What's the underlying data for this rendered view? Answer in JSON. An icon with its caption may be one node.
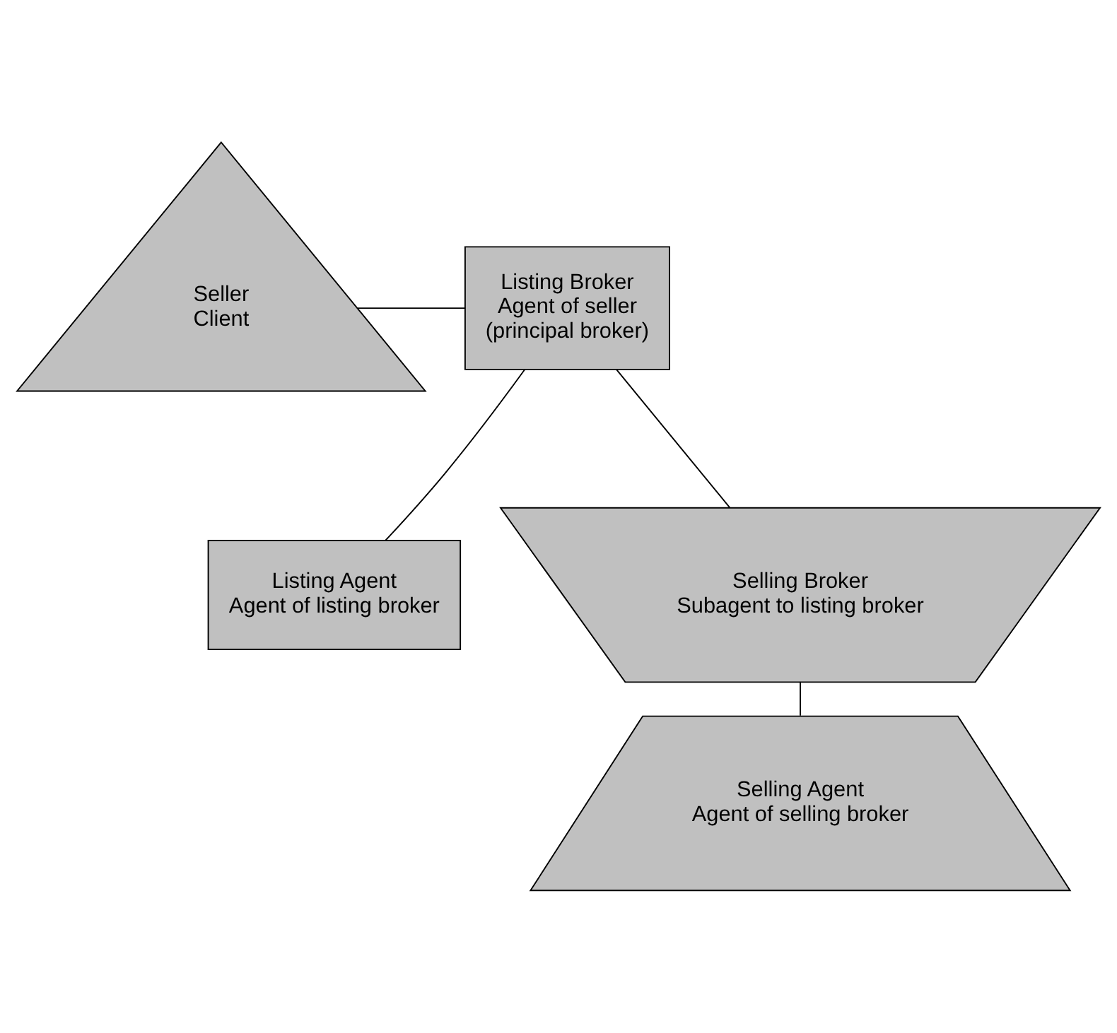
{
  "diagram": {
    "nodes": [
      {
        "text": [
          "Seller",
          "Client"
        ]
      },
      {
        "text": [
          "Listing Broker",
          "Agent of seller",
          "(principal broker)"
        ]
      },
      {
        "text": [
          "Listing Agent",
          "Agent of listing broker"
        ]
      },
      {
        "text": [
          "Selling Broker",
          "Subagent to listing broker"
        ]
      },
      {
        "text": [
          "Selling Agent",
          "Agent of selling broker"
        ]
      }
    ],
    "edges": [
      {
        "from": 0,
        "to": 1,
        "arrow": "none"
      },
      {
        "from": 1,
        "to": 2,
        "arrow": "none"
      },
      {
        "from": 1,
        "to": 3,
        "arrow": "none"
      },
      {
        "from": 3,
        "to": 4,
        "arrow": "none"
      }
    ]
  }
}
